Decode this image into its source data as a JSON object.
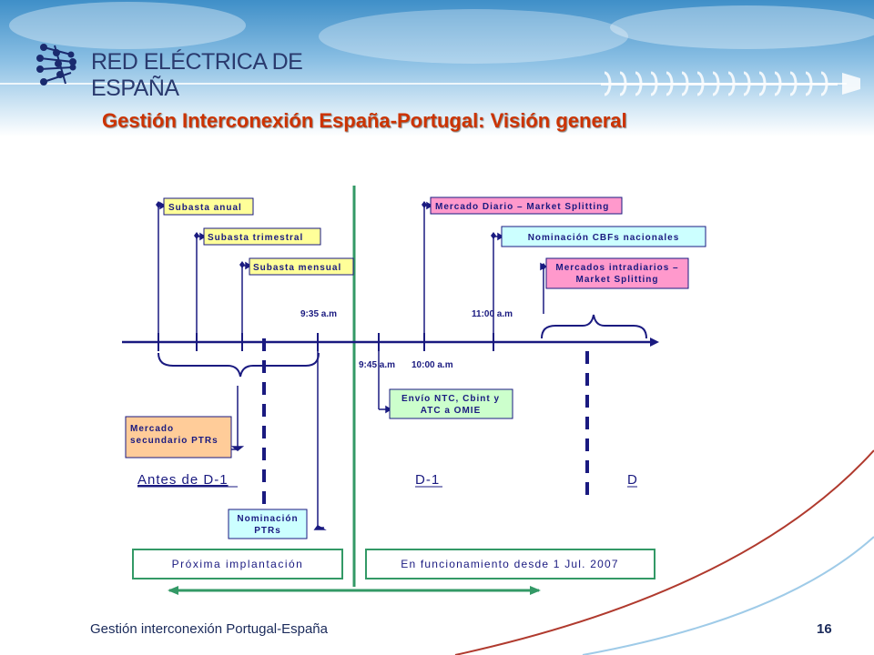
{
  "header": {
    "logo_text": "RED ELÉCTRICA DE ESPAÑA",
    "title": "Gestión Interconexión España-Portugal: Visión general"
  },
  "diagram": {
    "events": {
      "subasta_anual": "Subasta anual",
      "subasta_trimestral": "Subasta trimestral",
      "subasta_mensual": "Subasta mensual",
      "mercado_diario": "Mercado Diario – Market Splitting",
      "nominacion_cbfs": "Nominación CBFs nacionales",
      "mercados_intradiarios_1": "Mercados intradiarios –",
      "mercados_intradiarios_2": "Market Splitting",
      "mercado_secundario_1": "Mercado",
      "mercado_secundario_2": "secundario PTRs",
      "envio_ntc_1": "Envío NTC, Cbint y",
      "envio_ntc_2": "ATC  a OMIE",
      "nominacion_ptrs_1": "Nominación",
      "nominacion_ptrs_2": "PTRs"
    },
    "times": {
      "t935": "9:35 a.m",
      "t1100": "11:00 a.m",
      "t945": "9:45 a.m",
      "t1000": "10:00 a.m"
    },
    "periods": {
      "antes": "Antes de D-1",
      "d1": "D-1",
      "d": "D"
    },
    "status": {
      "proxima": "Próxima implantación",
      "funcionamiento": "En funcionamiento desde 1 Jul. 2007"
    }
  },
  "footer": {
    "text": "Gestión interconexión Portugal-España",
    "page": "16"
  },
  "colors": {
    "yellow_box": "#ffff99",
    "cyan_box": "#ccffff",
    "pink_box": "#ff99cc",
    "orange_box": "#ffcc99",
    "lightgreen_box": "#ccffcc",
    "navy": "#1a1a80",
    "green": "#339966",
    "title_red": "#cc3300"
  }
}
